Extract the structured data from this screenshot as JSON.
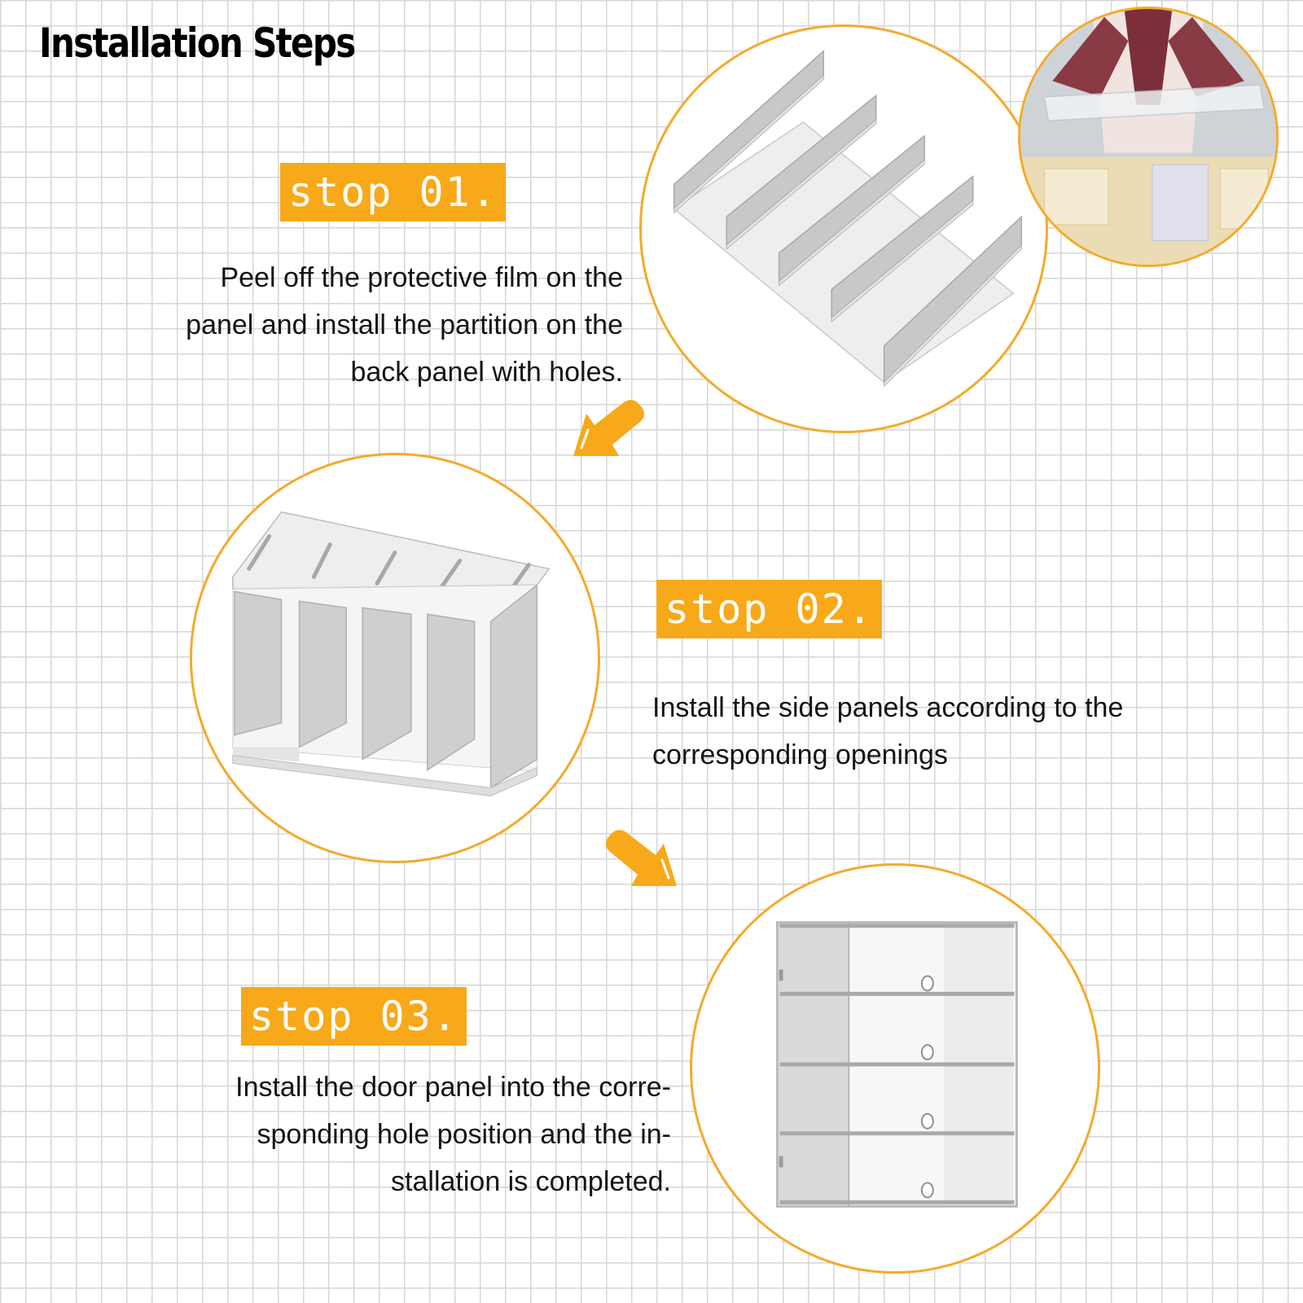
{
  "title": "Installation Steps",
  "steps": [
    {
      "badge": "stop 01.",
      "lines": [
        "Peel off the protective film on the",
        "panel and install the partition on the",
        "back panel with holes."
      ]
    },
    {
      "badge": "stop 02.",
      "lines": [
        "Install the side panels according to the",
        "corresponding openings"
      ]
    },
    {
      "badge": "stop 03.",
      "lines": [
        "Install the door panel into the corre-",
        "sponding hole position and the in-",
        "stallation is completed."
      ]
    }
  ],
  "colors": {
    "accent": "#f7a91a",
    "circle_border": "#f4aa2b",
    "grid": "#d6d6d6",
    "text": "#141414"
  },
  "icons": {
    "arrow_1": "arrow-down-left-icon",
    "arrow_2": "arrow-down-right-icon"
  }
}
